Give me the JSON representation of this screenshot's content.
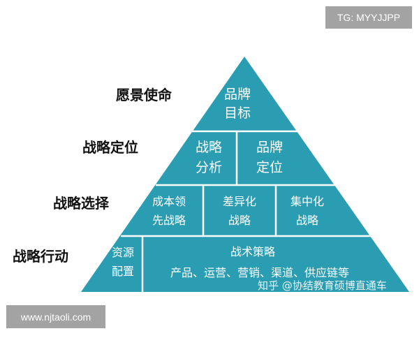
{
  "pyramid": {
    "fill_color": "#2b9db2",
    "line_color": "#ffffff",
    "levels": [
      {
        "side_label": "愿景使命",
        "cells": [
          {
            "lines": [
              "品牌",
              "目标"
            ]
          }
        ]
      },
      {
        "side_label": "战略定位",
        "cells": [
          {
            "lines": [
              "战略",
              "分析"
            ]
          },
          {
            "lines": [
              "品牌",
              "定位"
            ]
          }
        ]
      },
      {
        "side_label": "战略选择",
        "cells": [
          {
            "lines": [
              "成本领",
              "先战略"
            ]
          },
          {
            "lines": [
              "差异化",
              "战略"
            ]
          },
          {
            "lines": [
              "集中化",
              "战略"
            ]
          }
        ]
      },
      {
        "side_label": "战略行动",
        "cells": [
          {
            "lines": [
              "资源",
              "配置"
            ]
          },
          {
            "lines": [
              "战术策略",
              "产品、运营、营销、渠道、供应链等"
            ]
          }
        ]
      }
    ]
  },
  "badges": {
    "telegram": "TG: MYYJJPP",
    "website": "www.njtaoli.com"
  },
  "watermark": "知乎 @协结教育硕博直通车"
}
